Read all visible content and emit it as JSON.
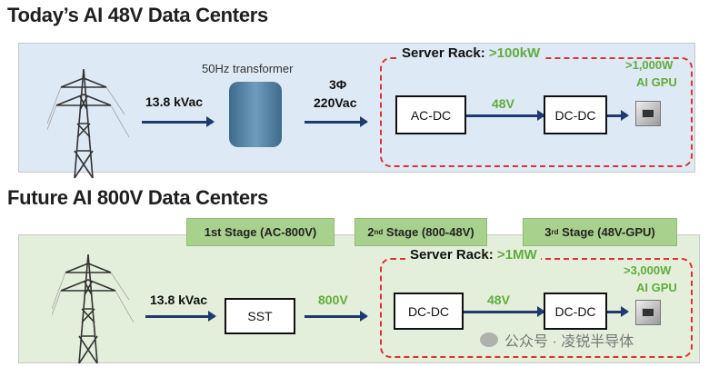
{
  "today": {
    "title": "Today’s AI 48V Data Centers",
    "input_voltage": "13.8 kVac",
    "transformer_label": "50Hz transformer",
    "phase": "3Φ",
    "output_voltage": "220Vac",
    "rack_label": "Server Rack:",
    "rack_power": ">100kW",
    "stage1": "AC-DC",
    "bus_voltage": "48V",
    "stage2": "DC-DC",
    "gpu_power": ">1,000W",
    "gpu_label": "AI GPU"
  },
  "future": {
    "title": "Future AI 800V Data Centers",
    "stages": [
      {
        "label": "1st Stage (AC-800V)"
      },
      {
        "ordinal": "2",
        "sup": "nd",
        "label": " Stage (800-48V)"
      },
      {
        "ordinal": "3",
        "sup": "rd",
        "label": " Stage (48V-GPU)"
      }
    ],
    "input_voltage": "13.8 kVac",
    "sst": "SST",
    "dc_voltage": "800V",
    "rack_label": "Server Rack:",
    "rack_power": ">1MW",
    "stage2": "DC-DC",
    "bus_voltage": "48V",
    "stage3": "DC-DC",
    "gpu_power": ">3,000W",
    "gpu_label": "AI GPU"
  },
  "watermark": "公众号 · 凌锐半导体",
  "colors": {
    "today_panel": "#dde9f5",
    "future_panel": "#e3efda",
    "rack_border": "#e03030",
    "highlight": "#5fad3c",
    "stage_tag": "#a9d18e",
    "arrow": "#1f3a6e"
  }
}
